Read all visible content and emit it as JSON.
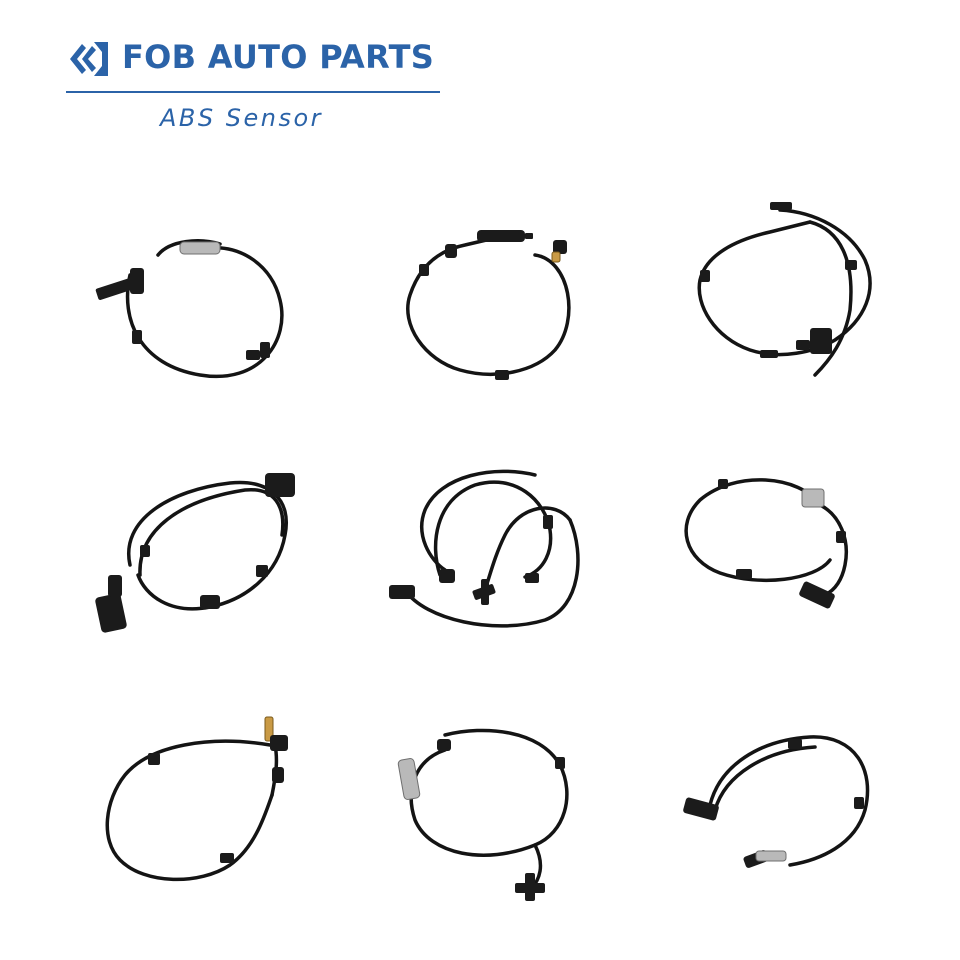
{
  "brand": {
    "name": "FOB AUTO PARTS",
    "logo_icon": "fob-logo-icon",
    "color": "#2b63a8"
  },
  "product": {
    "title": "ABS Sensor"
  },
  "photo_grid": {
    "rows": 3,
    "columns": 3,
    "item_icon": "abs-sensor-cable-icon",
    "wire_color": "#141414"
  }
}
